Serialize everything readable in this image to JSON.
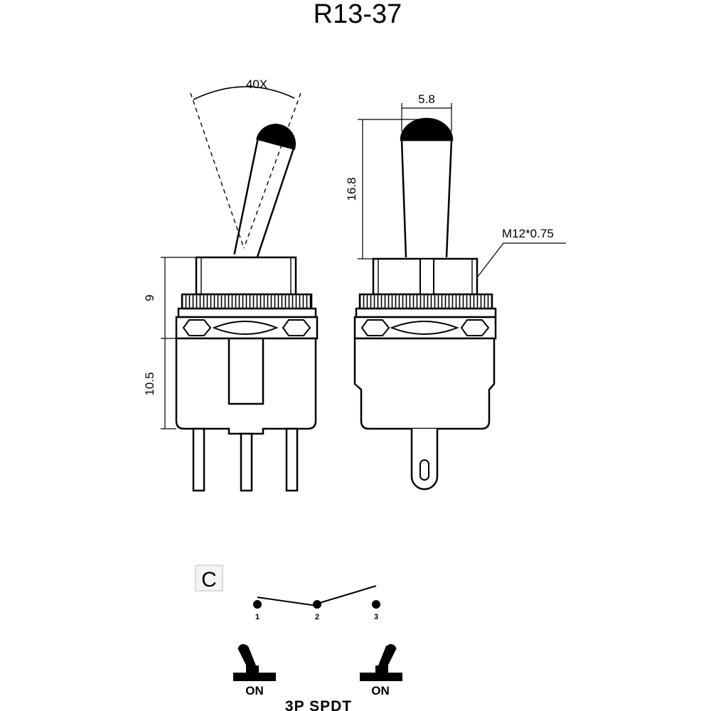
{
  "title": "R13-37",
  "dimensions": {
    "angle": "40X",
    "lever_width": "5.8",
    "lever_height": "16.8",
    "thread": "M12*0.75",
    "bushing_height": "9",
    "body_height": "10.5"
  },
  "code_box": "C",
  "pins": [
    "1",
    "2",
    "3"
  ],
  "positions": [
    "ON",
    "ON"
  ],
  "switch_type": "3P SPDT"
}
